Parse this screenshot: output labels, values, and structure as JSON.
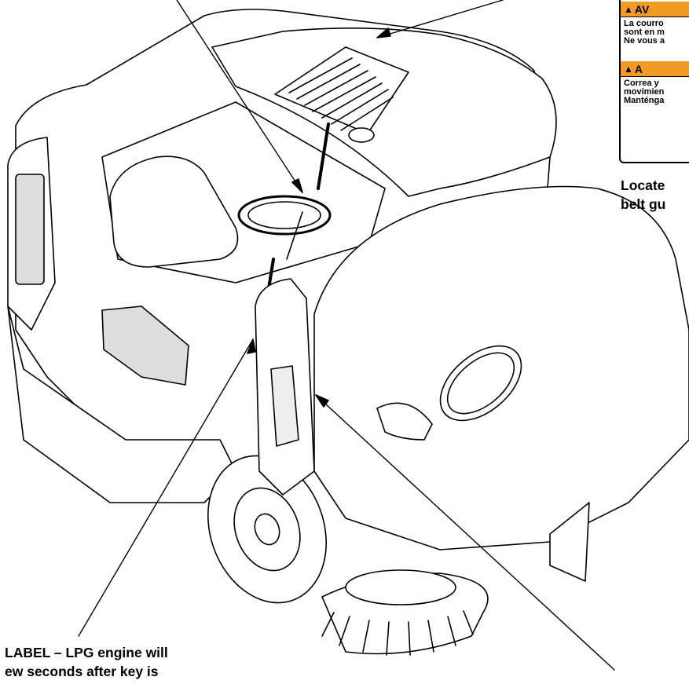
{
  "decal": {
    "headers": [
      "AV",
      "A"
    ],
    "sections": [
      {
        "lines": [
          "La courro",
          "sont en m",
          "Ne vous a"
        ]
      },
      {
        "lines": [
          "Correa y",
          "movimien",
          "Manténga"
        ]
      }
    ],
    "accent_color": "#f39a25"
  },
  "captions": {
    "right_line1": "Locate",
    "right_line2": "belt gu",
    "bottom_line1": "LABEL – LPG engine will",
    "bottom_line2": "ew seconds after key is"
  },
  "icons": [
    "warning-triangle-icon"
  ]
}
